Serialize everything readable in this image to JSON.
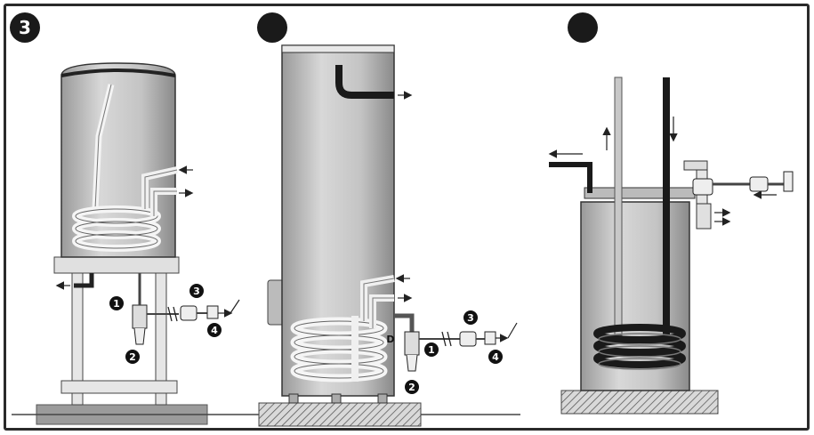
{
  "panels": [
    {
      "badge": "3"
    },
    {
      "badge": ""
    },
    {
      "badge": ""
    }
  ],
  "callouts": {
    "one": "1",
    "two": "2",
    "three": "3",
    "four": "4",
    "d": "D"
  }
}
